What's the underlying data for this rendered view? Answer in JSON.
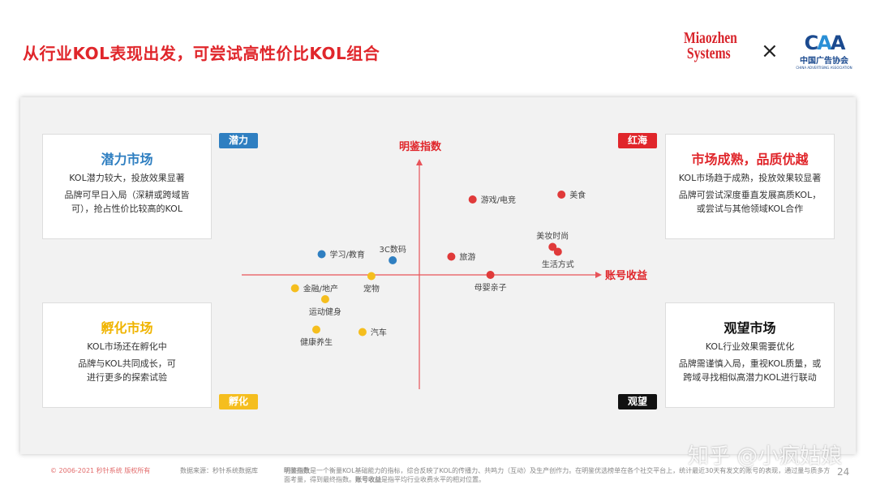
{
  "title": "从行业KOL表现出发，可尝试高性价比KOL组合",
  "logos": {
    "miaozhen": "Miaozhen Systems",
    "times": "×",
    "caa_mark": "CAA",
    "caa_cn": "中国广告协会",
    "caa_en": "CHINA ADVERTISING ASSOCIATION"
  },
  "quadrants": {
    "potential": {
      "tag": "潜力",
      "title": "潜力市场",
      "lines": [
        "KOL潜力较大，投放效果显著",
        "品牌可早日入局（深耕或跨域皆可），抢占性价比较高的KOL"
      ],
      "color": "#2f7fc1"
    },
    "redsea": {
      "tag": "红海",
      "title": "市场成熟，品质优越",
      "lines": [
        "KOL市场趋于成熟，投放效果较显著",
        "品牌可尝试深度垂直发展高质KOL，或尝试与其他领域KOL合作"
      ],
      "color": "#e0262b"
    },
    "incubate": {
      "tag": "孵化",
      "title": "孵化市场",
      "lines": [
        "KOL市场还在孵化中",
        "品牌与KOL共同成长，可进行更多的探索试验"
      ],
      "color": "#f5be1e"
    },
    "watch": {
      "tag": "观望",
      "title": "观望市场",
      "lines": [
        "KOL行业效果需要优化",
        "品牌需谨慎入局，重视KOL质量，或跨域寻找相似高潜力KOL进行联动"
      ],
      "color": "#111111"
    }
  },
  "chart_data": {
    "type": "scatter",
    "xlabel": "账号收益",
    "ylabel": "明鉴指数",
    "xlim": [
      -1,
      1
    ],
    "ylim": [
      -1,
      1
    ],
    "grid": false,
    "points": [
      {
        "label": "游戏/电竞",
        "x": 0.3,
        "y": 0.62,
        "color": "#e03a3a",
        "label_pos": "right"
      },
      {
        "label": "美食",
        "x": 0.8,
        "y": 0.66,
        "color": "#e03a3a",
        "label_pos": "right"
      },
      {
        "label": "美妆时尚",
        "x": 0.75,
        "y": 0.23,
        "color": "#e03a3a",
        "label_pos": "above"
      },
      {
        "label": "生活方式",
        "x": 0.78,
        "y": 0.19,
        "color": "#e03a3a",
        "label_pos": "below"
      },
      {
        "label": "旅游",
        "x": 0.18,
        "y": 0.15,
        "color": "#e03a3a",
        "label_pos": "right"
      },
      {
        "label": "母婴亲子",
        "x": 0.4,
        "y": 0.0,
        "color": "#e03a3a",
        "label_pos": "below"
      },
      {
        "label": "学习/教育",
        "x": -0.55,
        "y": 0.17,
        "color": "#2f7fc1",
        "label_pos": "right"
      },
      {
        "label": "3C数码",
        "x": -0.15,
        "y": 0.12,
        "color": "#2f7fc1",
        "label_pos": "above"
      },
      {
        "label": "宠物",
        "x": -0.27,
        "y": -0.01,
        "color": "#f5be1e",
        "label_pos": "below"
      },
      {
        "label": "金融/地产",
        "x": -0.7,
        "y": -0.11,
        "color": "#f5be1e",
        "label_pos": "right"
      },
      {
        "label": "运动健身",
        "x": -0.53,
        "y": -0.2,
        "color": "#f5be1e",
        "label_pos": "below"
      },
      {
        "label": "健康养生",
        "x": -0.58,
        "y": -0.45,
        "color": "#f5be1e",
        "label_pos": "below"
      },
      {
        "label": "汽车",
        "x": -0.32,
        "y": -0.47,
        "color": "#f5be1e",
        "label_pos": "right"
      }
    ]
  },
  "footer": {
    "copyright": "© 2006-2021 秒针系统 版权所有",
    "source": "数据来源：秒针系统数据库",
    "note_term1": "明鉴指数",
    "note_text1": "是一个衡量KOL基础能力的指标，综合反映了KOL的传播力、共鸣力（互动）及生产创作力。在明鉴优选榜单在各个社交平台上，统计最近30天有发文的账号的表现，通过量与质多方面考量，得到最终指数。",
    "note_term2": "账号收益",
    "note_text2": "是指平均行业收费水平的相对位置。",
    "page": "24"
  },
  "watermark": "知乎 @小疯姑娘"
}
